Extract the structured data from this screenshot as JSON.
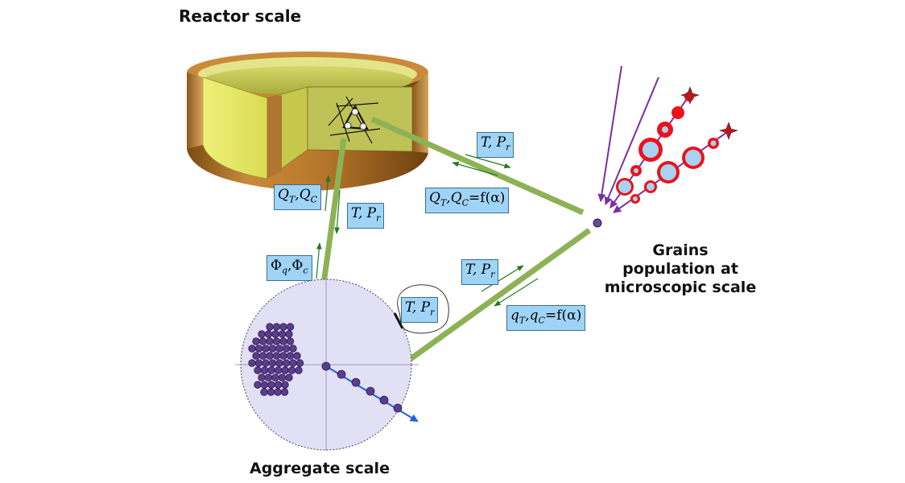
{
  "labels": {
    "reactor_scale": "Reactor scale",
    "aggregate_scale": "Aggregate scale",
    "grains_line1": "Grains",
    "grains_line2": "population at",
    "grains_line3": "microscopic scale"
  },
  "exchange_boxes": {
    "reactor_grain_down": {
      "main1": "T",
      "main2": "P",
      "sub2": "r"
    },
    "reactor_grain_up": {
      "main1": "Q",
      "sub1": "T",
      "main2": "Q",
      "sub2": "C",
      "suffix": "=f(α)"
    },
    "reactor_agg_up": {
      "main1": "Q",
      "sub1": "T",
      "main2": "Q",
      "sub2": "C"
    },
    "reactor_agg_down": {
      "main1": "T",
      "main2": "P",
      "sub2": "r"
    },
    "agg_flux": {
      "main1": "Φ",
      "sub1": "q",
      "main2": "Φ",
      "sub2": "c"
    },
    "agg_grain_down": {
      "main1": "T",
      "main2": "P",
      "sub2": "r"
    },
    "agg_grain_up": {
      "main1": "q",
      "sub1": "T",
      "main2": "q",
      "sub2": "C",
      "suffix": "=f(α)"
    },
    "agg_surface": {
      "main1": "T",
      "main2": "P",
      "sub2": "r"
    }
  },
  "colors": {
    "link_green": "#8db255",
    "arrow_green": "#1e7d1e",
    "grain_red": "#e8141c",
    "grain_fill": "#a9d2f2",
    "arrow_purple": "#7a2fa0",
    "particle_purple": "#5b3d8c",
    "aggregate_fill": "#e2e0f5",
    "box_fill": "#9fd4f7"
  }
}
